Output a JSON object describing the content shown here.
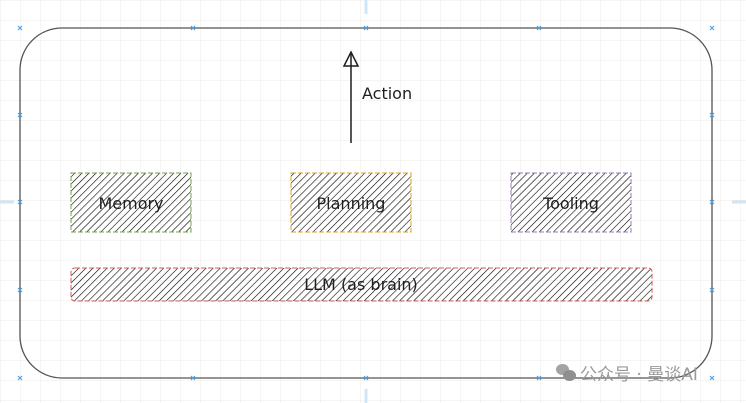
{
  "diagram": {
    "action_label": "Action",
    "boxes": [
      {
        "label": "Memory",
        "color": "#71a34b",
        "fill": "#e7f3df"
      },
      {
        "label": "Planning",
        "color": "#e0a21b",
        "fill": "#fdebd5"
      },
      {
        "label": "Tooling",
        "color": "#9a7bb8",
        "fill": "#efe6f5"
      }
    ],
    "llm": {
      "label": "LLM (as brain)",
      "color": "#d55c5c",
      "fill": "#fbe0e0"
    }
  },
  "watermark": {
    "text": "公众号 · 曼谈AI",
    "icon": "wechat-icon"
  }
}
